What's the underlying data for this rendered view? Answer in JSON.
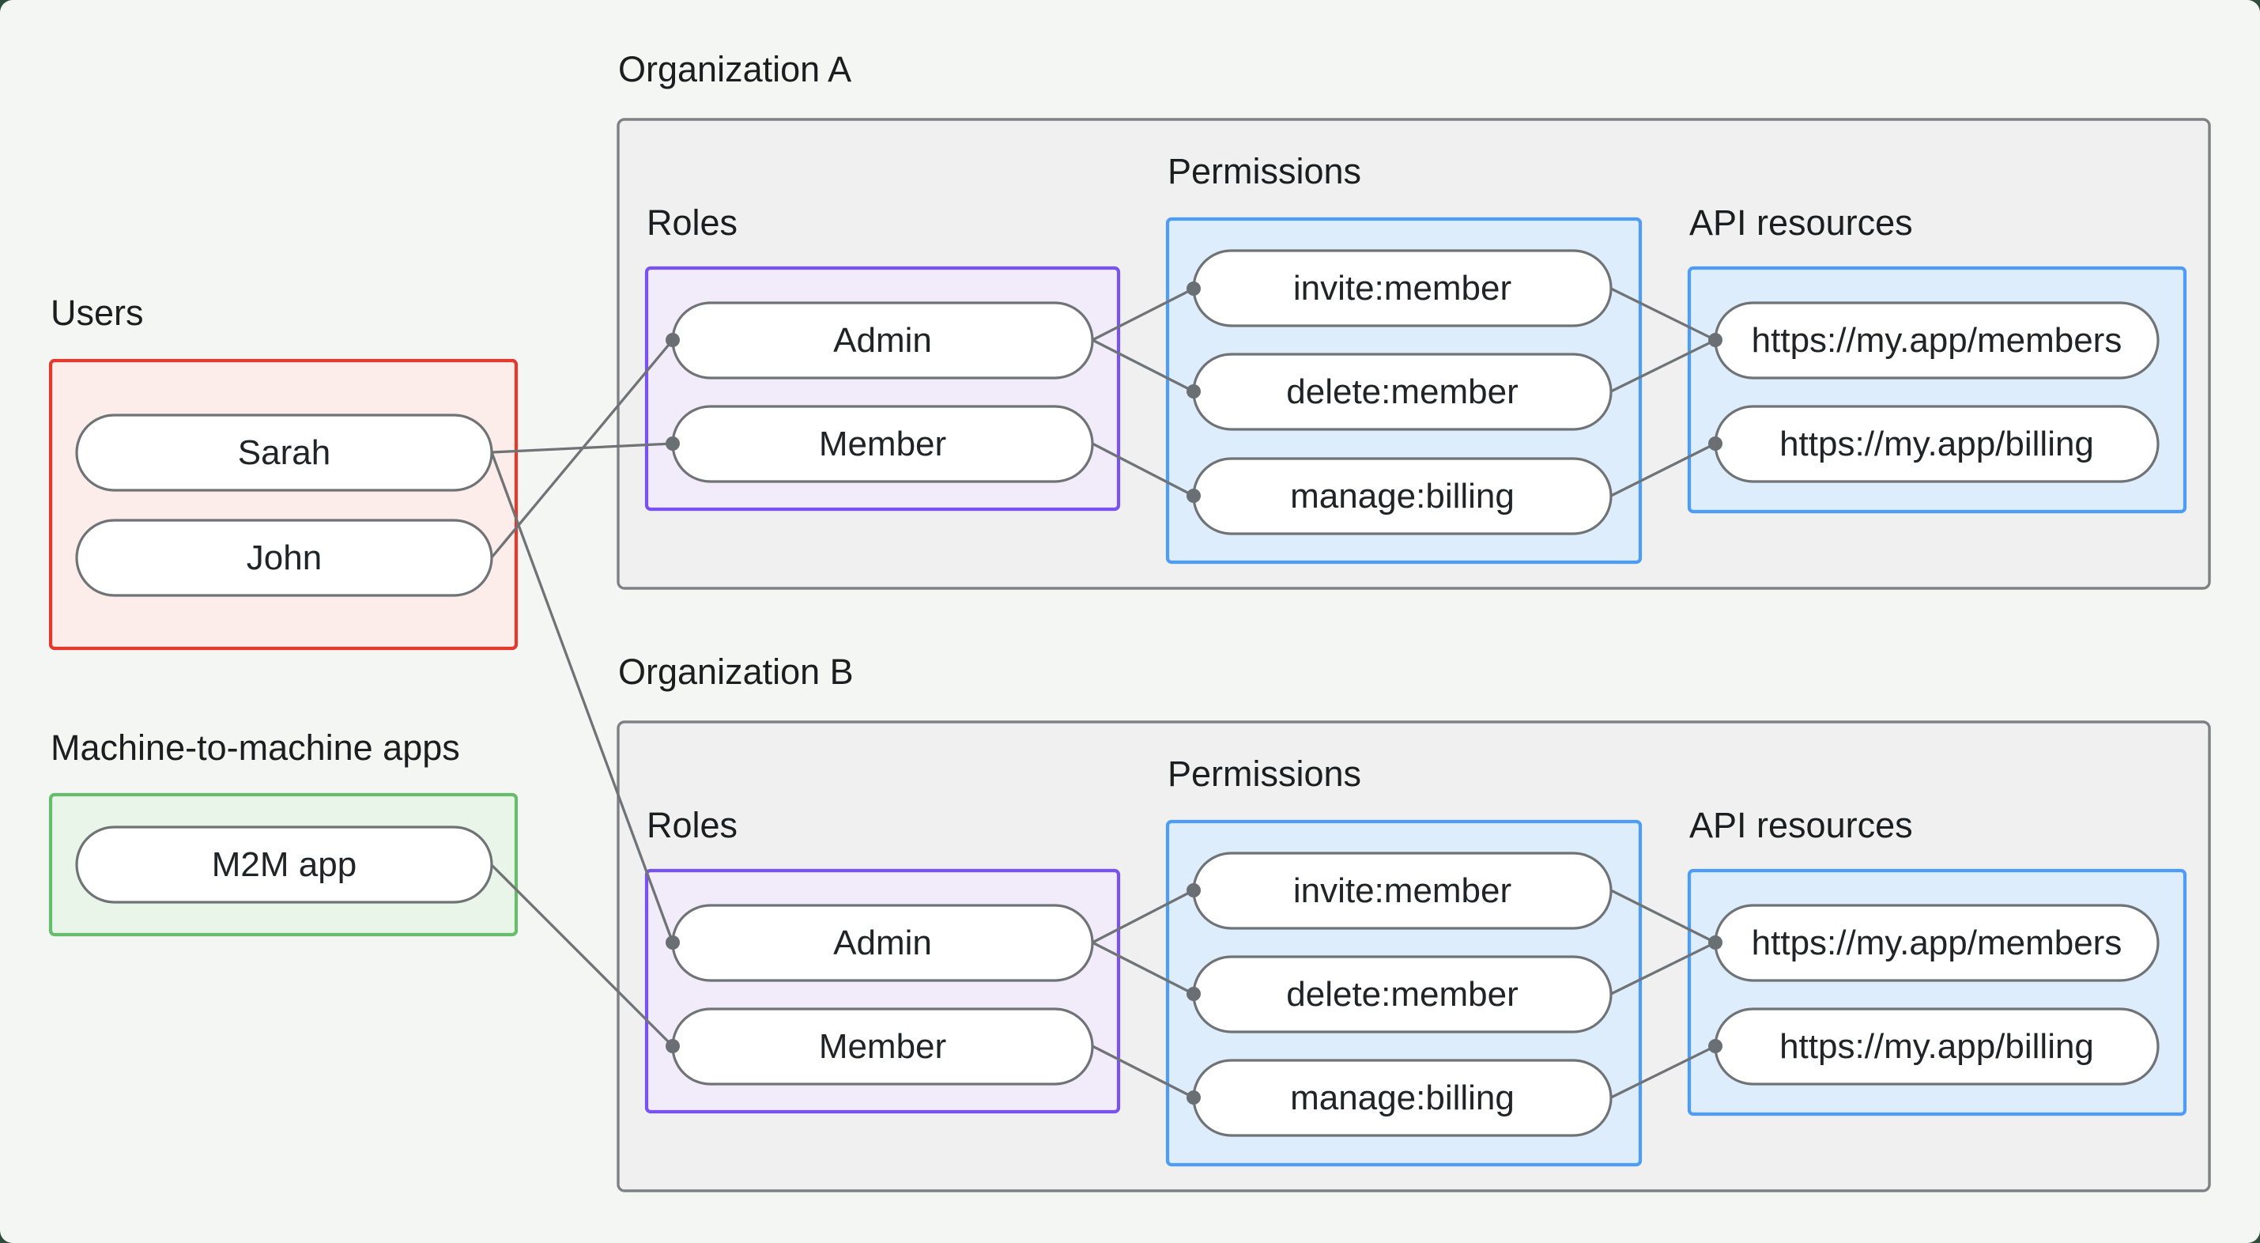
{
  "canvas": {
    "background": "#F4F6F4",
    "backdrop_color": "#2E4D3A"
  },
  "palette": {
    "node_border": "#6F7376",
    "node_fill": "#FFFFFF",
    "edge_color": "#6F7376",
    "dot_color": "#6A6F73",
    "org_border": "#7E8184",
    "org_fill": "#EFF0EF",
    "label_color": "#1B1D1F",
    "users_border": "#E23B2E",
    "users_fill": "#FCECEA",
    "m2m_border": "#68BD6C",
    "m2m_fill": "#E9F5E9",
    "roles_border": "#7B52F2",
    "roles_fill": "#F2EBFA",
    "permissions_border": "#4D9CF8",
    "permissions_fill": "#DEEDFC"
  },
  "users_group": {
    "label": "Users",
    "items": [
      {
        "label": "Sarah"
      },
      {
        "label": "John"
      }
    ]
  },
  "m2m_group": {
    "label": "Machine-to-machine apps",
    "items": [
      {
        "label": "M2M app"
      }
    ]
  },
  "org_a": {
    "label": "Organization A",
    "roles": {
      "label": "Roles",
      "items": [
        {
          "label": "Admin"
        },
        {
          "label": "Member"
        }
      ]
    },
    "permissions": {
      "label": "Permissions",
      "items": [
        {
          "label": "invite:member"
        },
        {
          "label": "delete:member"
        },
        {
          "label": "manage:billing"
        }
      ]
    },
    "api_resources": {
      "label": "API resources",
      "items": [
        {
          "label": "https://my.app/members"
        },
        {
          "label": "https://my.app/billing"
        }
      ]
    }
  },
  "org_b": {
    "label": "Organization B",
    "roles": {
      "label": "Roles",
      "items": [
        {
          "label": "Admin"
        },
        {
          "label": "Member"
        }
      ]
    },
    "permissions": {
      "label": "Permissions",
      "items": [
        {
          "label": "invite:member"
        },
        {
          "label": "delete:member"
        },
        {
          "label": "manage:billing"
        }
      ]
    },
    "api_resources": {
      "label": "API resources",
      "items": [
        {
          "label": "https://my.app/members"
        },
        {
          "label": "https://my.app/billing"
        }
      ]
    }
  },
  "connections": [
    {
      "from": "Sarah",
      "to": "Organization A / Member"
    },
    {
      "from": "John",
      "to": "Organization A / Admin"
    },
    {
      "from": "Sarah",
      "to": "Organization B / Admin"
    },
    {
      "from": "M2M app",
      "to": "Organization B / Member"
    },
    {
      "from": "Organization A / Admin",
      "to": "Organization A / invite:member"
    },
    {
      "from": "Organization A / Admin",
      "to": "Organization A / delete:member"
    },
    {
      "from": "Organization A / Member",
      "to": "Organization A / manage:billing"
    },
    {
      "from": "Organization A / invite:member",
      "to": "Organization A / https://my.app/members"
    },
    {
      "from": "Organization A / delete:member",
      "to": "Organization A / https://my.app/members"
    },
    {
      "from": "Organization A / manage:billing",
      "to": "Organization A / https://my.app/billing"
    },
    {
      "from": "Organization B / Admin",
      "to": "Organization B / invite:member"
    },
    {
      "from": "Organization B / Admin",
      "to": "Organization B / delete:member"
    },
    {
      "from": "Organization B / Member",
      "to": "Organization B / manage:billing"
    },
    {
      "from": "Organization B / invite:member",
      "to": "Organization B / https://my.app/members"
    },
    {
      "from": "Organization B / delete:member",
      "to": "Organization B / https://my.app/members"
    },
    {
      "from": "Organization B / manage:billing",
      "to": "Organization B / https://my.app/billing"
    }
  ]
}
